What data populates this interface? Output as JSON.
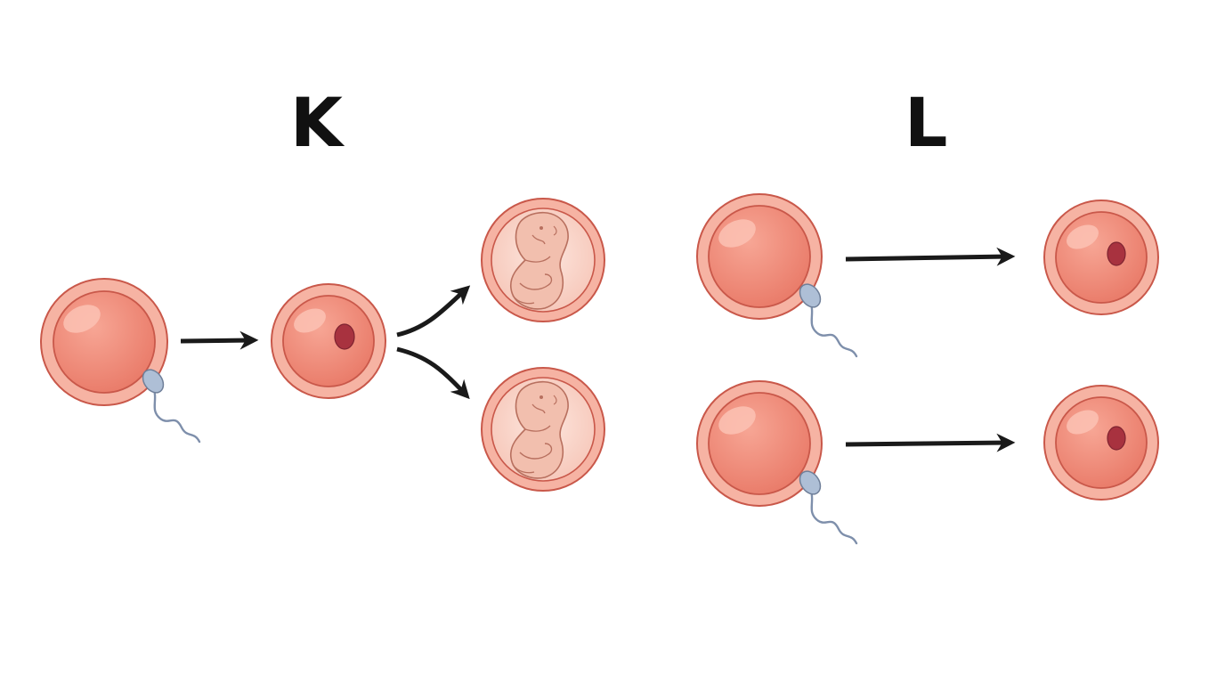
{
  "panels": {
    "k": {
      "label": "K"
    },
    "l": {
      "label": "L"
    }
  },
  "colors": {
    "egg_fill": "#f0907e",
    "egg_ring": "#f6b3a3",
    "egg_outline": "#c9584a",
    "egg_highlight": "#fbc2b4",
    "nucleus": "#a8323f",
    "sperm_head": "#aebfd6",
    "sperm_tail": "#7e8fab",
    "embryo": "#f2bfae",
    "embryo_line": "#b8705f",
    "arrow": "#1a1a1a"
  },
  "icons": [
    "egg-cell",
    "sperm-cell",
    "zygote",
    "embryo",
    "arrow"
  ]
}
